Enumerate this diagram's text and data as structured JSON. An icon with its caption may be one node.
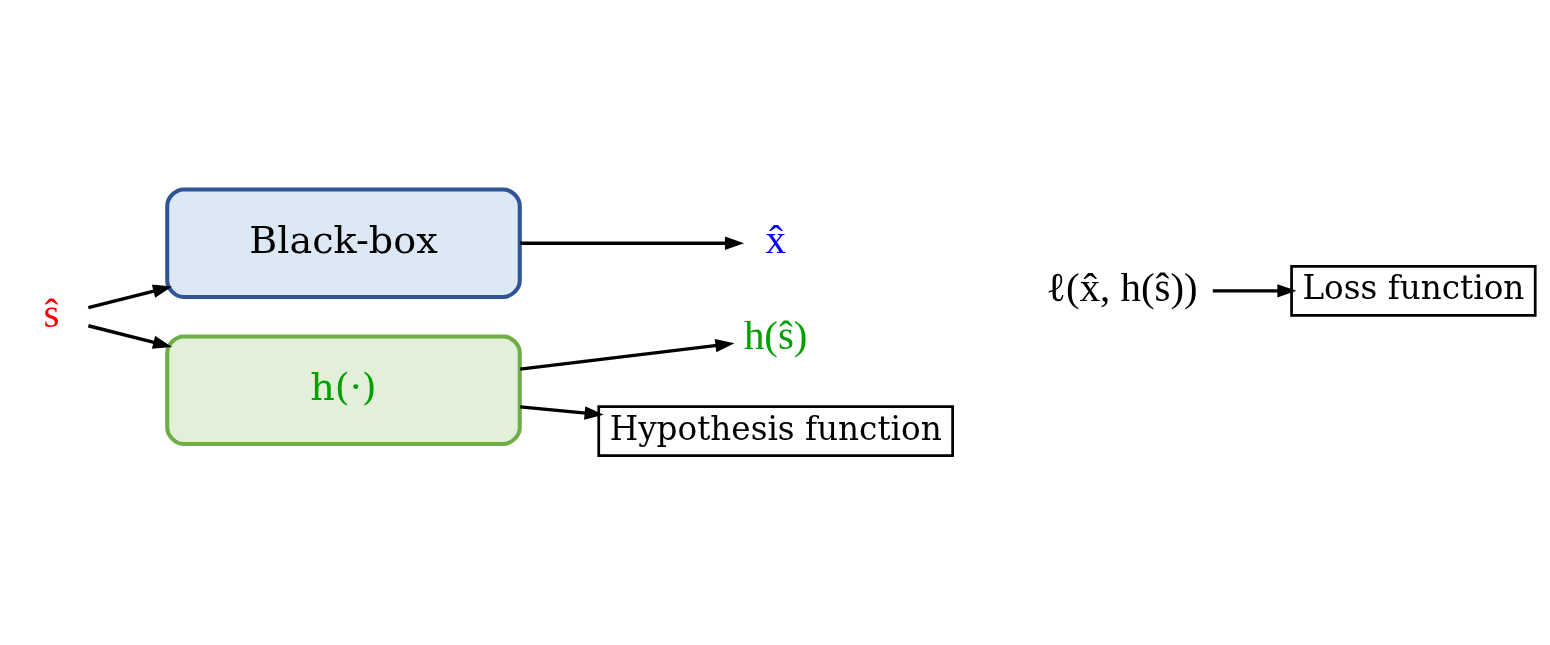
{
  "diagram": {
    "nodes": [
      {
        "text": [
          "ŝ"
        ]
      },
      {
        "text": [
          "Black-box"
        ]
      },
      {
        "text": [
          "h(·)"
        ]
      },
      {
        "text": [
          "x̂"
        ]
      },
      {
        "text": [
          "h(ŝ)"
        ]
      },
      {
        "text": [
          "ℓ(x̂, h(ŝ))"
        ]
      },
      {
        "text": [
          "Hypothesis function"
        ]
      },
      {
        "text": [
          "Loss function"
        ]
      }
    ],
    "edges": [
      {
        "from": 0,
        "to": 1,
        "arrow": "to"
      },
      {
        "from": 0,
        "to": 2,
        "arrow": "to"
      },
      {
        "from": 1,
        "to": 3,
        "arrow": "to"
      },
      {
        "from": 2,
        "to": 4,
        "arrow": "to"
      },
      {
        "from": 2,
        "to": 6,
        "arrow": "to"
      },
      {
        "from": 5,
        "to": 7,
        "arrow": "to"
      }
    ]
  }
}
